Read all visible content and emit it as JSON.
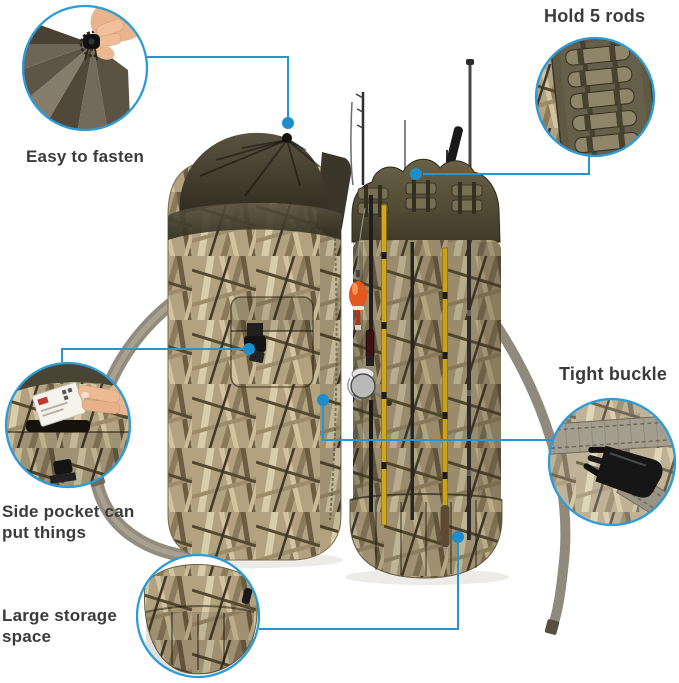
{
  "background_color": "#ffffff",
  "accent_color": "#2596d1",
  "label_text_color": "#3b3b3b",
  "callouts": {
    "easy_fasten": {
      "label": "Easy to fasten",
      "photo": "hand-fastening-drawstring-toggle"
    },
    "hold_rods": {
      "label": "Hold 5 rods",
      "photo": "rod-holder-panel-with-five-loops"
    },
    "side_pocket": {
      "label": "Side pocket can put things",
      "photo": "hand-putting-card-into-side-pocket"
    },
    "tight_buckle": {
      "label": "Tight buckle",
      "photo": "black-side-release-buckle-on-gray-strap"
    },
    "large_storage": {
      "label": "Large storage space",
      "photo": "camo-bag-bottom-storage-pockets"
    }
  },
  "photos": {
    "front_bag": "camouflage-rod-bag-front-view-with-shoulder-strap",
    "loaded_bag": "camouflage-rod-bag-loaded-with-fishing-rods"
  }
}
